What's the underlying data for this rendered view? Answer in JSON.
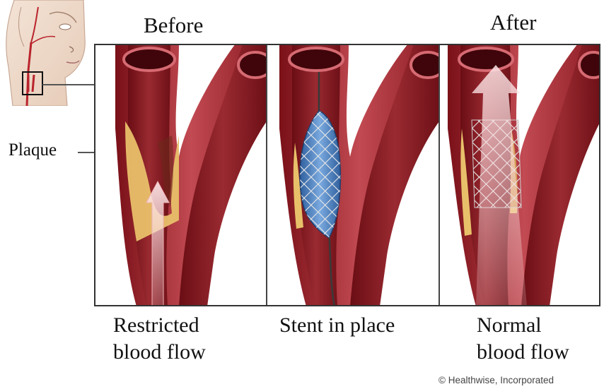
{
  "stages": {
    "before_title": "Before",
    "after_title": "After"
  },
  "labels": {
    "plaque": "Plaque"
  },
  "panels": [
    {
      "caption_line1": "Restricted",
      "caption_line2": "blood flow"
    },
    {
      "caption_line1": "Stent in place",
      "caption_line2": ""
    },
    {
      "caption_line1": "Normal",
      "caption_line2": "blood flow"
    }
  ],
  "credit": "© Healthwise, Incorporated",
  "colors": {
    "artery_wall": "#c0404a",
    "artery_lumen": "#8a1a22",
    "plaque": "#e9c06a",
    "stent_balloon": "#4f86c8",
    "flow_arrow": "#f6cfd2"
  }
}
